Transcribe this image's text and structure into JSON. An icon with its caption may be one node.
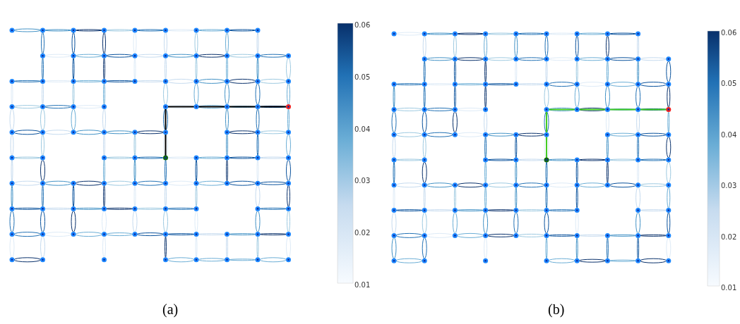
{
  "diagram": {
    "labels": [
      "0.06",
      "0.05",
      "0.04",
      "0.03",
      "0.02",
      "0.01",
      "0.06",
      "0.05",
      "0.04",
      "0.03",
      "0.02",
      "0.01",
      "(a)",
      "(b)"
    ]
  }
}
